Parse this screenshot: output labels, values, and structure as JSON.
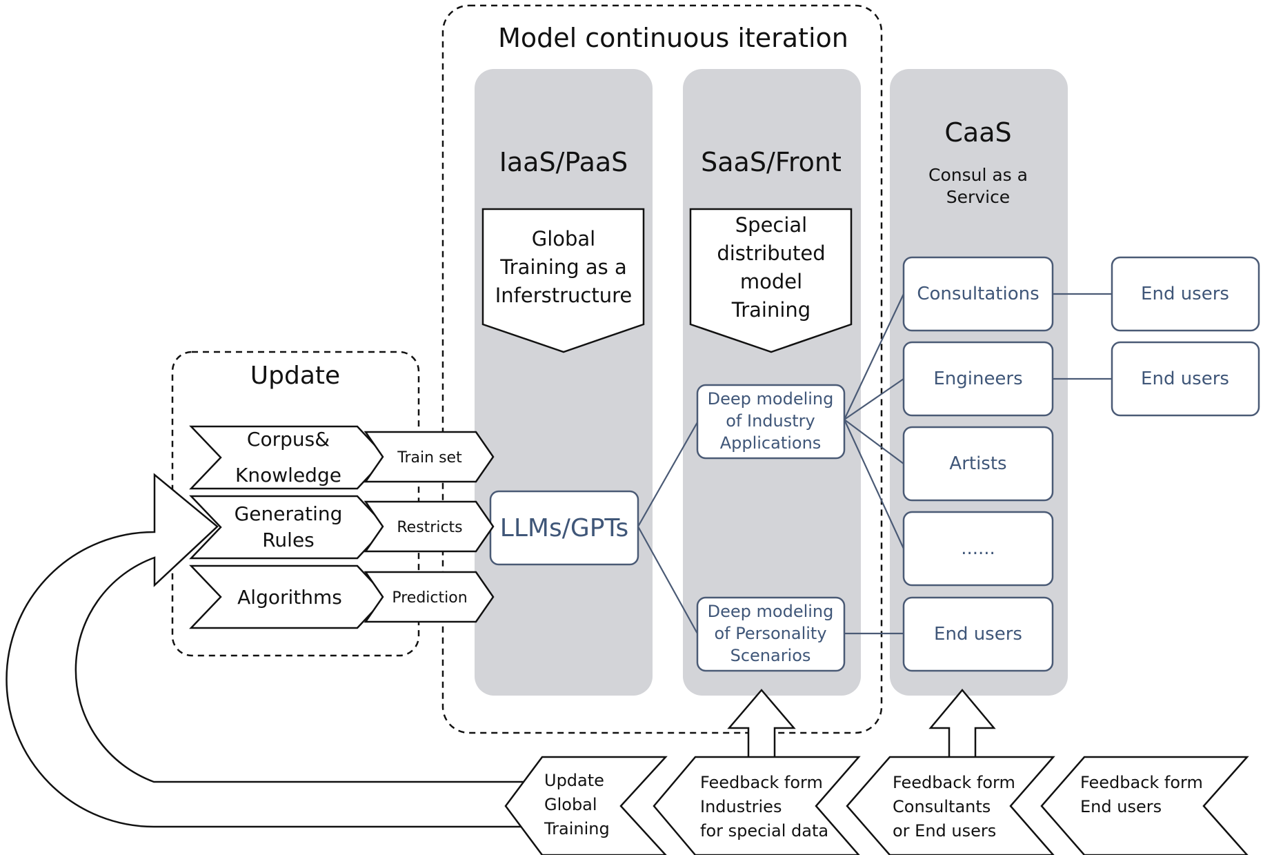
{
  "groups": {
    "model_iteration": "Model continuous iteration",
    "update": "Update"
  },
  "columns": {
    "iaas": {
      "title": "IaaS/PaaS",
      "banner": [
        "Global",
        "Training as a",
        "Inferstructure"
      ]
    },
    "saas": {
      "title": "SaaS/Front",
      "banner": [
        "Special",
        "distributed",
        "model",
        "Training"
      ]
    },
    "caas": {
      "title": "CaaS",
      "subtitle": [
        "Consul as a",
        "Service"
      ]
    }
  },
  "core": {
    "llm": "LLMs/GPTs"
  },
  "deep_modeling": {
    "industry": [
      "Deep modeling",
      "of Industry",
      "Applications"
    ],
    "personality": [
      "Deep modeling",
      "of Personality",
      "Scenarios"
    ]
  },
  "caas_items": [
    "Consultations",
    "Engineers",
    "Artists",
    "......",
    "End users"
  ],
  "end_users": [
    "End users",
    "End users"
  ],
  "update_items": [
    {
      "label": [
        "Corpus&",
        "Knowledge"
      ],
      "output": "Train set"
    },
    {
      "label": [
        "Generating",
        "Rules"
      ],
      "output": "Restricts"
    },
    {
      "label": [
        "Algorithms"
      ],
      "output": "Prediction"
    }
  ],
  "feedback": [
    [
      "Update",
      "Global",
      "Training"
    ],
    [
      "Feedback form",
      "Industries",
      "for special data"
    ],
    [
      "Feedback form",
      "Consultants",
      "or End users"
    ],
    [
      "Feedback form",
      "End users"
    ]
  ]
}
